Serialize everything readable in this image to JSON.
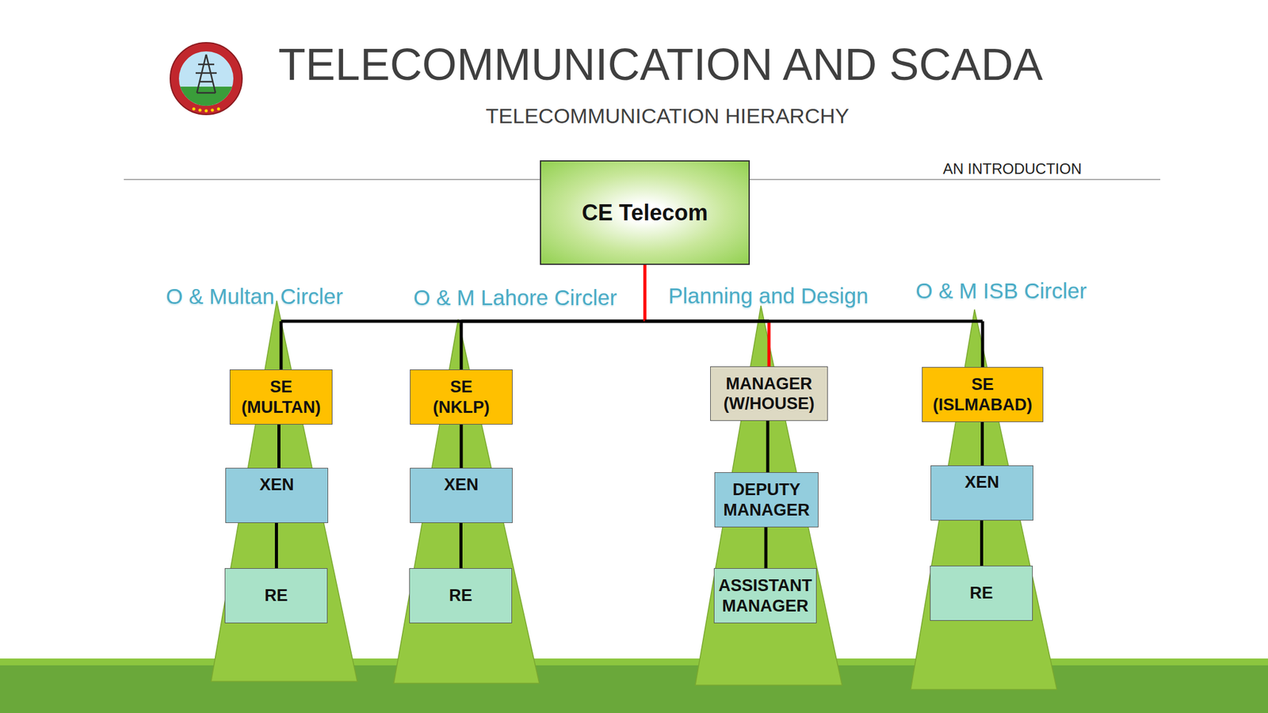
{
  "diagram": {
    "title": "TELECOMMUNICATION AND SCADA",
    "nodes": [
      {
        "text": [
          "CE Telecom"
        ]
      },
      {
        "text": [
          "O & Multan Circler"
        ]
      },
      {
        "text": [
          "SE (MULTAN)"
        ],
        "in": 1
      },
      {
        "text": [
          "XEN"
        ],
        "in": 1
      },
      {
        "text": [
          "RE"
        ],
        "in": 1
      },
      {
        "text": [
          "O & M Lahore Circler"
        ]
      },
      {
        "text": [
          "SE (NKLP)"
        ],
        "in": 5
      },
      {
        "text": [
          "XEN"
        ],
        "in": 5
      },
      {
        "text": [
          "RE"
        ],
        "in": 5
      },
      {
        "text": [
          "Planning and Design"
        ]
      },
      {
        "text": [
          "MANAGER (W/HOUSE)"
        ],
        "in": 9
      },
      {
        "text": [
          "DEPUTY MANAGER"
        ],
        "in": 9
      },
      {
        "text": [
          "ASSISTANT MANAGER"
        ],
        "in": 9
      },
      {
        "text": [
          "O & M ISB Circler"
        ]
      },
      {
        "text": [
          "SE (ISLMABAD)"
        ],
        "in": 13
      },
      {
        "text": [
          "XEN"
        ],
        "in": 13
      },
      {
        "text": [
          "RE"
        ],
        "in": 13
      }
    ],
    "edges": [
      {
        "from": 0,
        "to": 2,
        "arrow": "none"
      },
      {
        "from": 0,
        "to": 6,
        "arrow": "none"
      },
      {
        "from": 0,
        "to": 10,
        "arrow": "none"
      },
      {
        "from": 0,
        "to": 14,
        "arrow": "none"
      },
      {
        "from": 2,
        "to": 3,
        "arrow": "none"
      },
      {
        "from": 3,
        "to": 4,
        "arrow": "none"
      },
      {
        "from": 6,
        "to": 7,
        "arrow": "none"
      },
      {
        "from": 7,
        "to": 8,
        "arrow": "none"
      },
      {
        "from": 10,
        "to": 11,
        "arrow": "none"
      },
      {
        "from": 11,
        "to": 12,
        "arrow": "none"
      },
      {
        "from": 14,
        "to": 15,
        "arrow": "none"
      },
      {
        "from": 15,
        "to": 16,
        "arrow": "none"
      }
    ],
    "labels": [
      "TELECOMMUNICATION HIERARCHY",
      "AN INTRODUCTION"
    ]
  }
}
